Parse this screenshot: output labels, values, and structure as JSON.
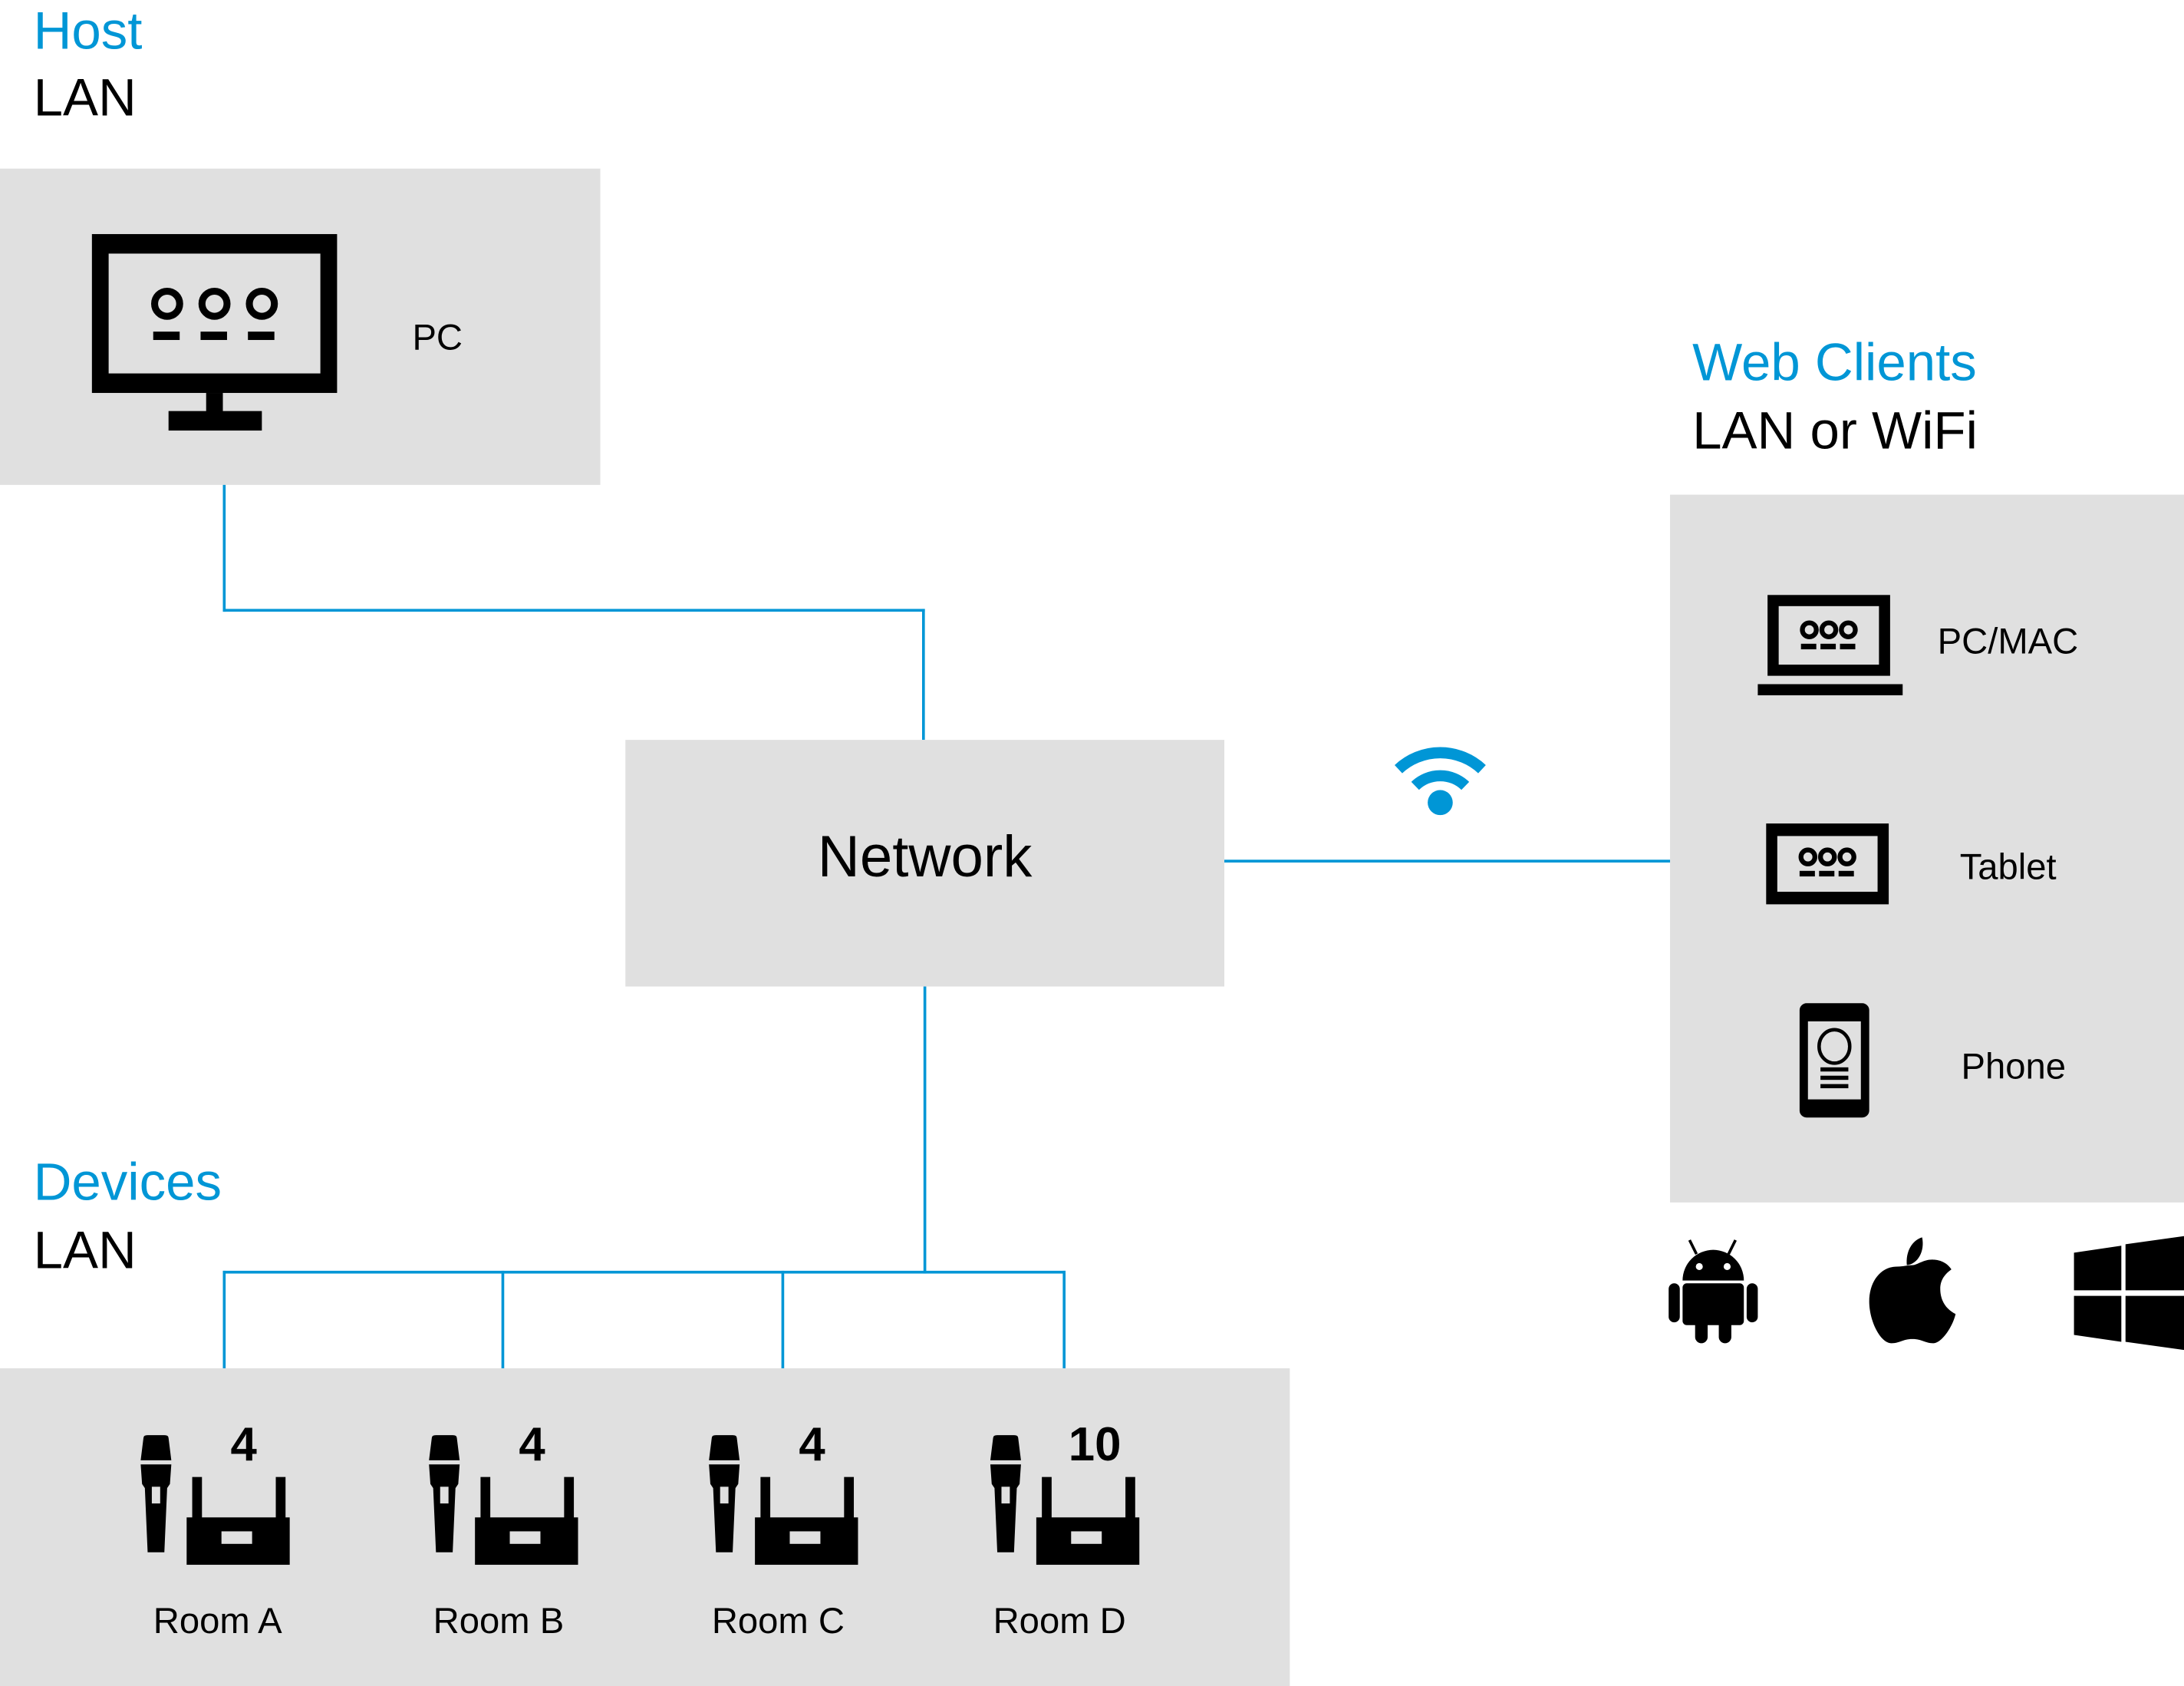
{
  "colors": {
    "accent": "#0096d6",
    "box": "#e0e0e0",
    "icon": "#000000"
  },
  "host": {
    "title": "Host",
    "subtitle": "LAN",
    "device_label": "PC",
    "icon": "monitor-icon"
  },
  "network": {
    "label": "Network"
  },
  "wifi": {
    "icon": "wifi-icon"
  },
  "web_clients": {
    "title": "Web Clients",
    "subtitle": "LAN or WiFi",
    "items": [
      {
        "label": "PC/MAC",
        "icon": "laptop-icon"
      },
      {
        "label": "Tablet",
        "icon": "tablet-icon"
      },
      {
        "label": "Phone",
        "icon": "phone-icon"
      }
    ],
    "platforms": [
      "android-icon",
      "apple-icon",
      "windows-icon"
    ]
  },
  "devices": {
    "title": "Devices",
    "subtitle": "LAN",
    "rooms": [
      {
        "label": "Room A",
        "count": "4"
      },
      {
        "label": "Room B",
        "count": "4"
      },
      {
        "label": "Room C",
        "count": "4"
      },
      {
        "label": "Room D",
        "count": "10"
      }
    ]
  }
}
